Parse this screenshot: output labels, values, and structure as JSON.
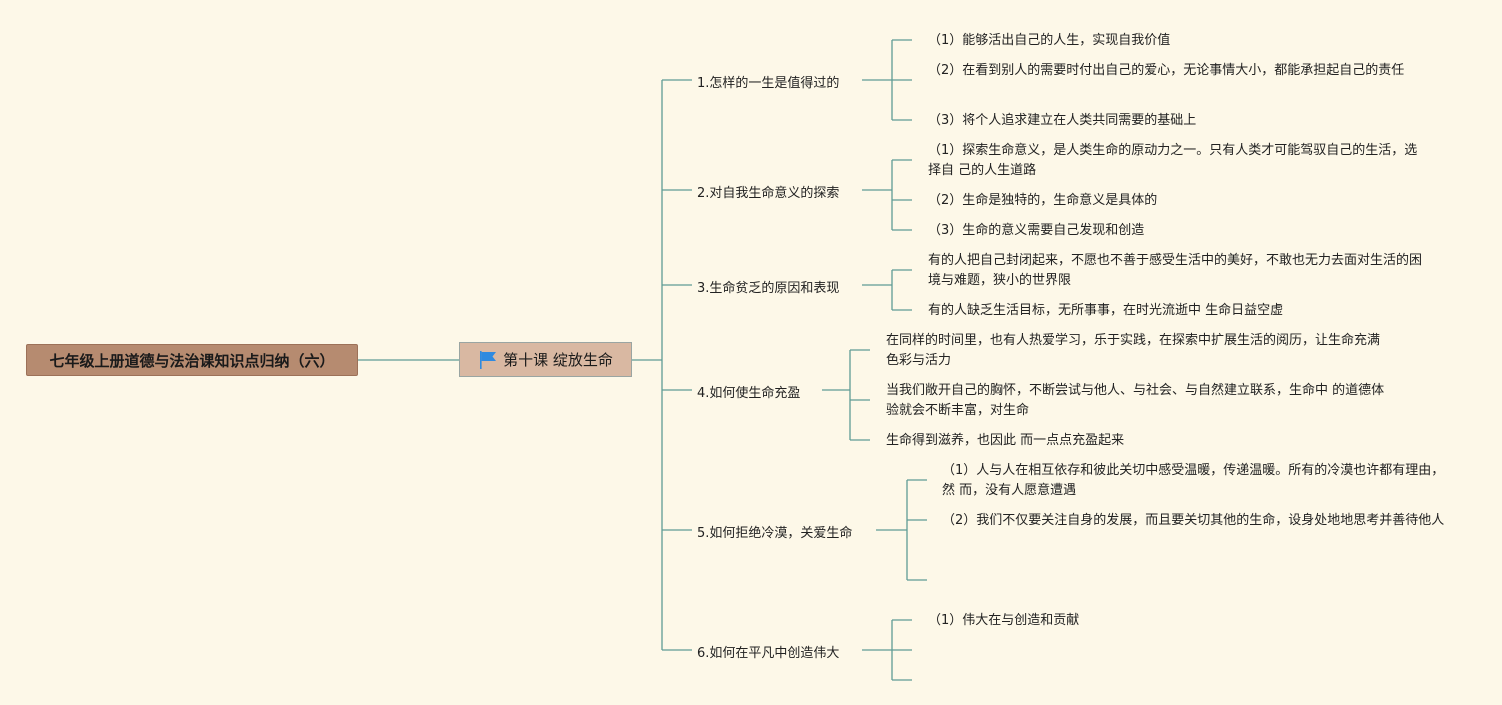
{
  "root": {
    "title": "七年级上册道德与法治课知识点归纳（六）"
  },
  "center": {
    "title": "第十课 绽放生命",
    "icon": "flag-icon",
    "icon_color": "#2f8ae0"
  },
  "colors": {
    "background": "#fdf8e8",
    "line": "#5f9c95",
    "root_fill": "#b68b70",
    "center_fill": "#d9b8a2"
  },
  "branches": [
    {
      "label": "1.怎样的一生是值得过的",
      "leaves": [
        "（1）能够活出自己的人生，实现自我价值",
        "（2）在看到别人的需要时付出自己的爱心，无论事情大小，都能承担起自己的责任",
        "（3）将个人追求建立在人类共同需要的基础上"
      ]
    },
    {
      "label": "2.对自我生命意义的探索",
      "leaves": [
        "（1）探索生命意义，是人类生命的原动力之一。只有人类才可能驾驭自己的生活，选择自 己的人生道路",
        "（2）生命是独特的，生命意义是具体的",
        "（3）生命的意义需要自己发现和创造"
      ]
    },
    {
      "label": "3.生命贫乏的原因和表现",
      "leaves": [
        "有的人把自己封闭起来，不愿也不善于感受生活中的美好，不敢也无力去面对生活的困 境与难题，狭小的世界限",
        "有的人缺乏生活目标，无所事事，在时光流逝中 生命日益空虚"
      ]
    },
    {
      "label": "4.如何使生命充盈",
      "leaves": [
        "在同样的时间里，也有人热爱学习，乐于实践，在探索中扩展生活的阅历，让生命充满 色彩与活力",
        "当我们敞开自己的胸怀，不断尝试与他人、与社会、与自然建立联系，生命中 的道德体验就会不断丰富，对生命",
        "生命得到滋养，也因此 而一点点充盈起来"
      ]
    },
    {
      "label": "5.如何拒绝冷漠，关爱生命",
      "leaves": [
        "（1）人与人在相互依存和彼此关切中感受温暖，传递温暖。所有的冷漠也许都有理由，然 而，没有人愿意遭遇",
        "（2）我们不仅要关注自身的发展，而且要关切其他的生命，设身处地地思考并善待他人",
        ""
      ]
    },
    {
      "label": "6.如何在平凡中创造伟大",
      "leaves": [
        "（1）伟大在与创造和贡献",
        "",
        ""
      ]
    }
  ]
}
